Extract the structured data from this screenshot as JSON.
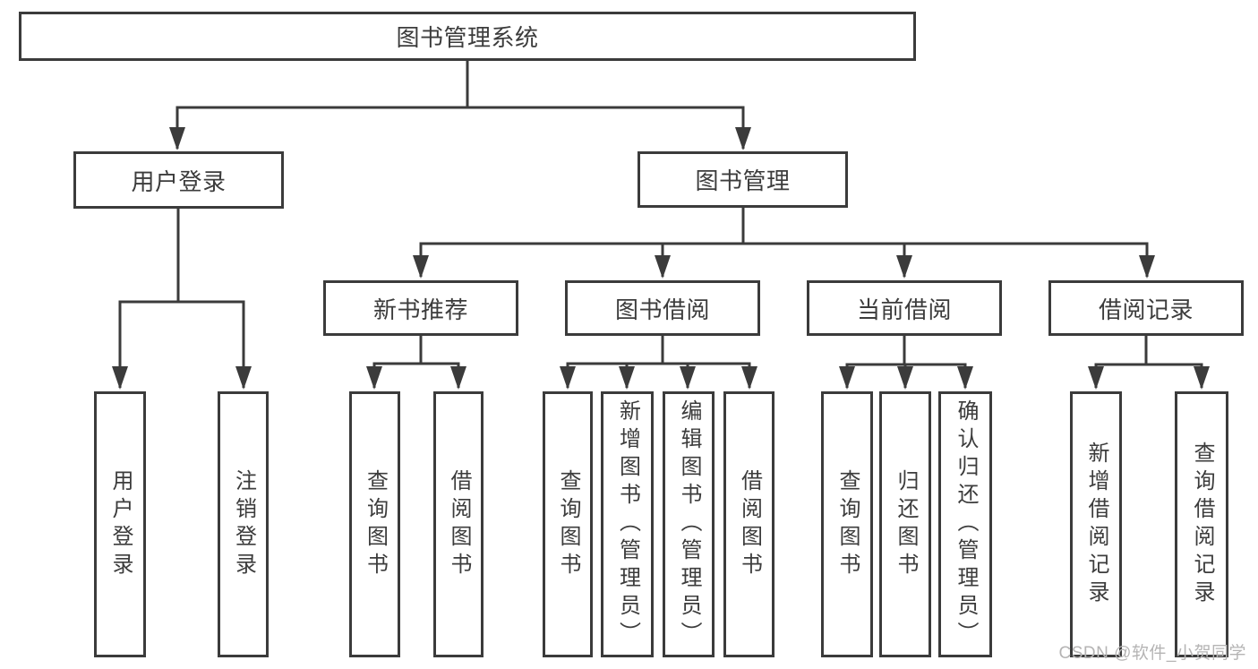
{
  "diagram": {
    "type": "hierarchy-tree",
    "tree": {
      "root": "图书管理系统",
      "branches": [
        {
          "label": "用户登录",
          "children": [
            "用户登录",
            "注销登录"
          ]
        },
        {
          "label": "图书管理",
          "sections": [
            {
              "label": "新书推荐",
              "children": [
                "查询图书",
                "借阅图书"
              ]
            },
            {
              "label": "图书借阅",
              "children": [
                "查询图书",
                "新增图书（管理员）",
                "编辑图书（管理员）",
                "借阅图书"
              ]
            },
            {
              "label": "当前借阅",
              "children": [
                "查询图书",
                "归还图书",
                "确认归还（管理员）"
              ]
            },
            {
              "label": "借阅记录",
              "children": [
                "新增借阅记录",
                "查询借阅记录"
              ]
            }
          ]
        }
      ]
    },
    "colors": {
      "line": "#3b3b3b",
      "text": "#3c3c3c",
      "background": "#ffffff",
      "watermark_text": "#b5b4b4"
    }
  },
  "watermark": "CSDN @软件_小贺同学"
}
